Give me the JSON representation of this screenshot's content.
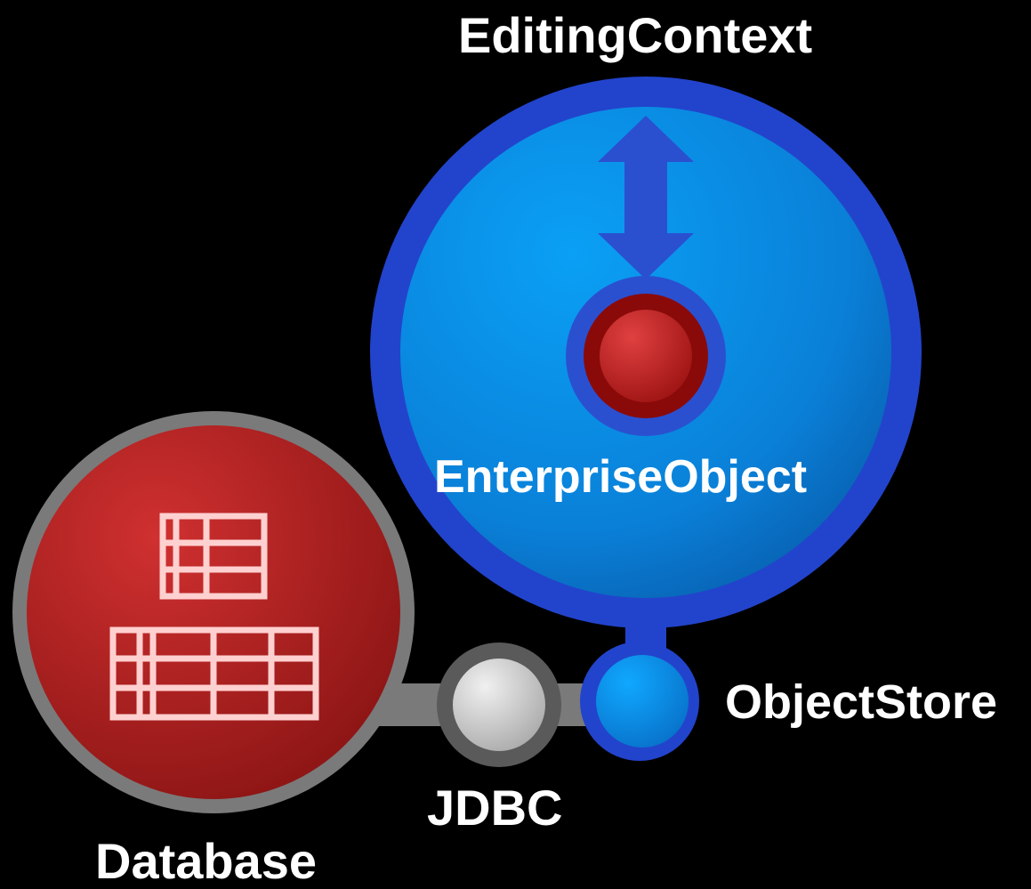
{
  "diagram": {
    "labels": {
      "editing_context": "EditingContext",
      "enterprise_object": "EnterpriseObject",
      "object_store": "ObjectStore",
      "jdbc": "JDBC",
      "database": "Database"
    },
    "icons": {
      "double_arrow": "double-arrow-icon",
      "database_tables": "table-grid-icon"
    },
    "colors": {
      "background": "#000000",
      "editing_ring": "#2244cc",
      "editing_fill": "#0a90e8",
      "enterprise_core": "#b81818",
      "database_ring": "#7a7a7a",
      "database_fill": "#b82020",
      "table_lines": "#ffd0d0",
      "jdbc_fill": "#d8d8d8",
      "text": "#ffffff"
    }
  }
}
